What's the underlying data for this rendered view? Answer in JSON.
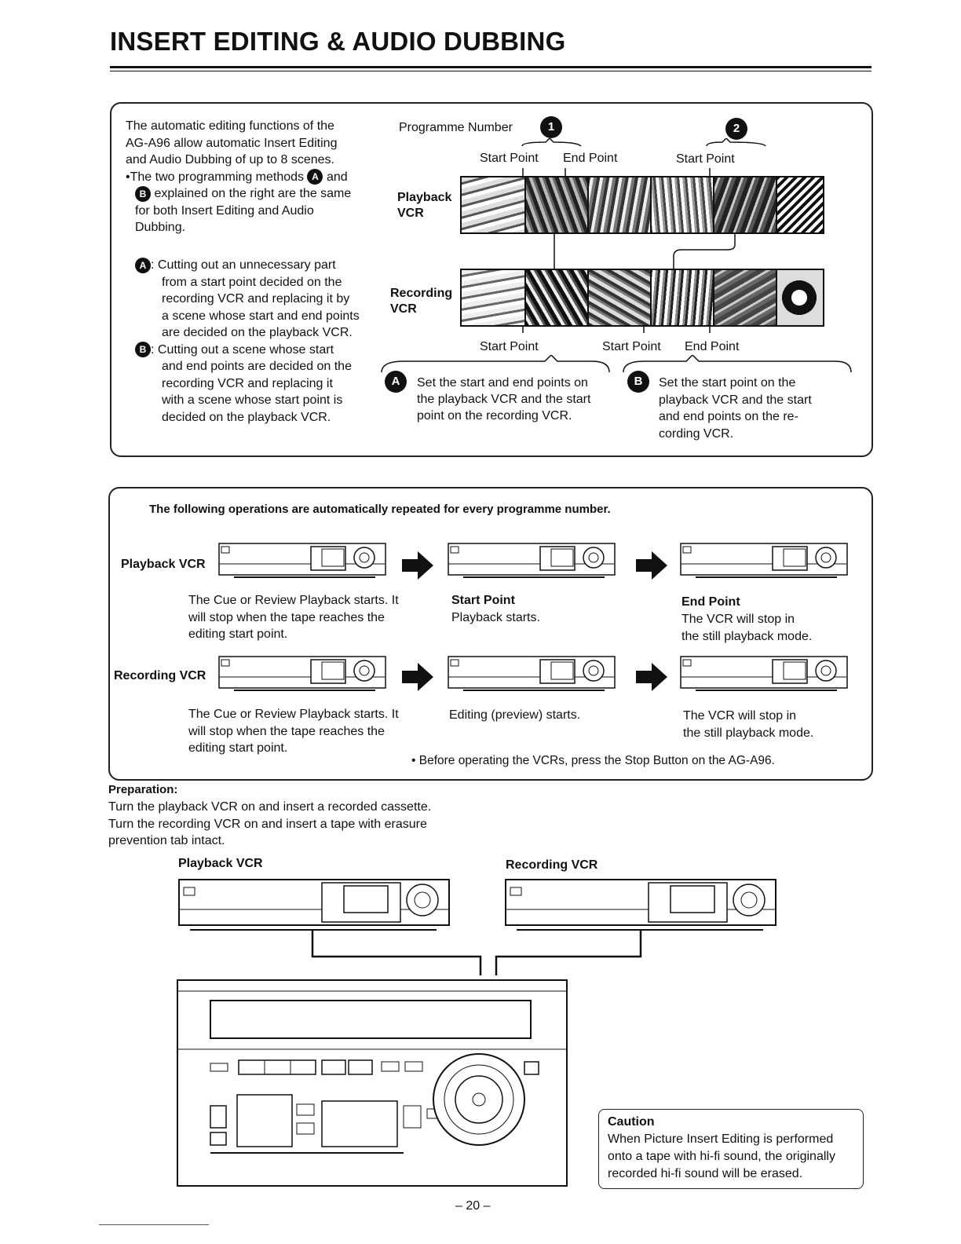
{
  "page": {
    "title": "INSERT EDITING & AUDIO DUBBING",
    "page_number": "– 20 –"
  },
  "intro": {
    "paragraph": [
      "The automatic editing functions of the",
      "AG-A96 allow automatic Insert Editing",
      "and Audio Dubbing of up to 8 scenes."
    ],
    "bullet_lines": [
      "•The two programming methods",
      "explained on the right are the same",
      "for both Insert Editing and Audio",
      "Dubbing."
    ],
    "bullet_and": "and",
    "method_a_lines": [
      ": Cutting out an unnecessary part",
      "from a start point decided on the",
      "recording VCR and replacing it by",
      "a scene whose start and end points",
      "are decided on the playback VCR."
    ],
    "method_b_lines": [
      ": Cutting out a scene whose start",
      "and end points are decided on the",
      "recording VCR and replacing it",
      "with a scene whose start point is",
      "decided on the playback VCR."
    ],
    "marker_a": "A",
    "marker_b": "B"
  },
  "diagram": {
    "programme_number_label": "Programme Number",
    "prog_1": "1",
    "prog_2": "2",
    "top_start_point_1": "Start Point",
    "top_end_point": "End Point",
    "top_start_point_2": "Start Point",
    "playback_label_1": "Playback",
    "playback_label_2": "VCR",
    "recording_label_1": "Recording",
    "recording_label_2": "VCR",
    "bottom_start_point_1": "Start Point",
    "bottom_start_point_2": "Start Point",
    "bottom_end_point": "End Point",
    "note_a": [
      "Set the start and end points on",
      "the playback VCR and the start",
      "point on the recording VCR."
    ],
    "note_b": [
      "Set the start point on the",
      "playback VCR and the start",
      "and end points on the re-",
      "cording VCR."
    ]
  },
  "operations": {
    "heading": "The following operations are automatically repeated for every programme number.",
    "playback_label": "Playback VCR",
    "recording_label": "Recording VCR",
    "pb_step1": [
      "The Cue or Review Playback starts. It",
      "will stop when the tape reaches the",
      "editing start point."
    ],
    "pb_step2_title": "Start Point",
    "pb_step2": [
      "Playback starts."
    ],
    "pb_step3_title": "End Point",
    "pb_step3": [
      "The VCR will stop in",
      "the still playback mode."
    ],
    "rec_step1": [
      "The Cue or Review Playback starts. It",
      "will stop when the tape reaches the",
      "editing start point."
    ],
    "rec_step2": [
      "Editing (preview) starts."
    ],
    "rec_step3": [
      "The VCR will stop in",
      "the still playback mode."
    ],
    "note": "• Before operating the VCRs, press the Stop Button on the AG-A96."
  },
  "preparation": {
    "heading": "Preparation:",
    "lines": [
      "Turn the playback VCR on and insert a recorded cassette.",
      "Turn the recording VCR on and insert a tape with erasure",
      "prevention tab intact."
    ],
    "playback_vcr": "Playback VCR",
    "recording_vcr": "Recording VCR"
  },
  "caution": {
    "heading": "Caution",
    "lines": [
      "When Picture Insert Editing is performed",
      "onto a tape with hi-fi sound, the originally",
      "recorded hi-fi sound will be erased."
    ]
  }
}
